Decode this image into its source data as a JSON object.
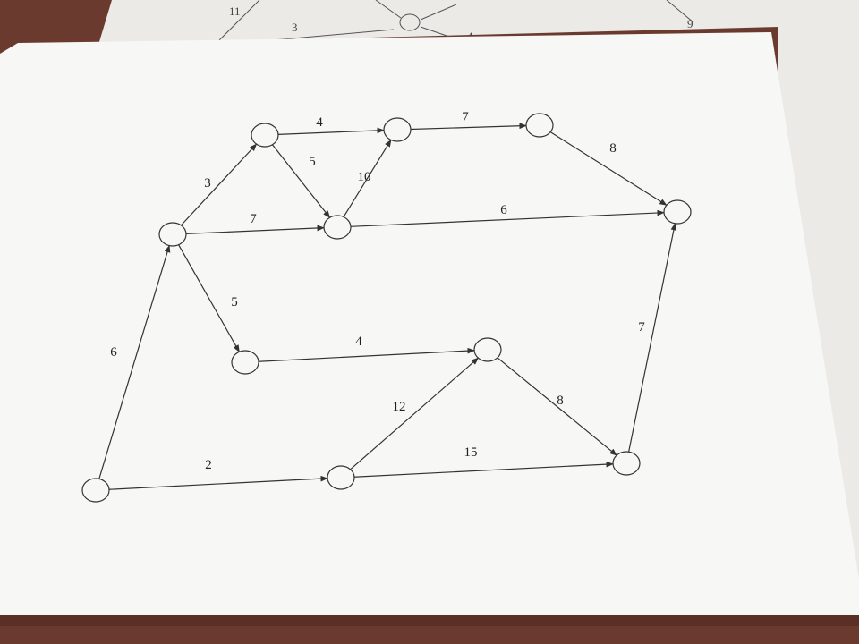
{
  "colors": {
    "table": "#6b3a2e",
    "paper_back": "#eceae6",
    "paper_front": "#f7f7f5",
    "ink": "#333333"
  },
  "background_sheet": {
    "labels": [
      "11",
      "3",
      "4",
      "9"
    ]
  },
  "graph": {
    "nodes": [
      {
        "id": "n1"
      },
      {
        "id": "n2"
      },
      {
        "id": "n3"
      },
      {
        "id": "n4"
      },
      {
        "id": "n5"
      },
      {
        "id": "n6"
      },
      {
        "id": "n7"
      },
      {
        "id": "n8"
      },
      {
        "id": "n9"
      },
      {
        "id": "n10"
      },
      {
        "id": "n11"
      }
    ],
    "edges": [
      {
        "from": "n1",
        "to": "n2",
        "weight": "6"
      },
      {
        "from": "n1",
        "to": "n10",
        "weight": "2"
      },
      {
        "from": "n2",
        "to": "n3",
        "weight": "3"
      },
      {
        "from": "n2",
        "to": "n6",
        "weight": "7"
      },
      {
        "from": "n2",
        "to": "n8",
        "weight": "5"
      },
      {
        "from": "n3",
        "to": "n4",
        "weight": "4"
      },
      {
        "from": "n3",
        "to": "n6",
        "weight": "5"
      },
      {
        "from": "n6",
        "to": "n4",
        "weight": "10"
      },
      {
        "from": "n4",
        "to": "n5",
        "weight": "7"
      },
      {
        "from": "n5",
        "to": "n7",
        "weight": "8"
      },
      {
        "from": "n6",
        "to": "n7",
        "weight": "6"
      },
      {
        "from": "n8",
        "to": "n9",
        "weight": "4"
      },
      {
        "from": "n10",
        "to": "n9",
        "weight": "12"
      },
      {
        "from": "n10",
        "to": "n11",
        "weight": "15"
      },
      {
        "from": "n9",
        "to": "n11",
        "weight": "8"
      },
      {
        "from": "n11",
        "to": "n7",
        "weight": "7"
      }
    ]
  }
}
